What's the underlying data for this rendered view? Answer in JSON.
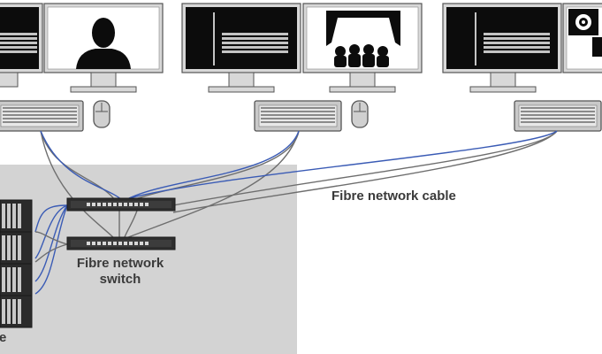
{
  "labels": {
    "cable": "Fibre network cable",
    "switch_line1": "Fibre network",
    "switch_line2": "switch",
    "storage_partial": "e"
  },
  "colors": {
    "network_area": "#d3d3d3",
    "cable_grey": "#6e6e6e",
    "cable_blue": "#3a5bb5",
    "monitor_frame": "#d8d8d8",
    "screen_dark": "#0c0c0c",
    "device_dark": "#2b2b2b"
  },
  "icons": [
    "monitor-icon",
    "keyboard-icon",
    "mouse-icon",
    "person-icon",
    "audience-icon",
    "flower-icon",
    "network-switch-icon",
    "server-rack-icon"
  ]
}
